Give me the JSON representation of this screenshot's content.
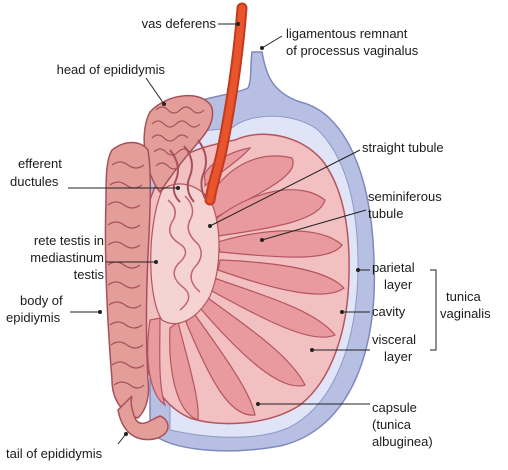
{
  "colors": {
    "tunica_outer": "#b7c0e2",
    "tunica_stroke": "#7e89bd",
    "cavity": "#dfe4f6",
    "testis_fill": "#f2c0c0",
    "lobule_fill": "#e89a9e",
    "lobule_stroke": "#b55560",
    "vas_deferens": "#e8542c",
    "epididymis": "#e39e9a",
    "epididymis_stroke": "#a8505a",
    "leader": "#222222"
  },
  "labels": {
    "vas_deferens": "vas deferens",
    "ligament_l1": "ligamentous remnant",
    "ligament_l2": "of processus vaginalus",
    "head_epididymis": "head of epididymis",
    "efferent_l1": "efferent",
    "efferent_l2": "ductules",
    "straight_tubule": "straight tubule",
    "seminiferous_l1": "seminiferous",
    "seminiferous_l2": "tubule",
    "rete_l1": "rete testis in",
    "rete_l2": "mediastinum",
    "rete_l3": "testis",
    "parietal_l1": "parietal",
    "parietal_l2": "layer",
    "cavity": "cavity",
    "visceral_l1": "visceral",
    "visceral_l2": "layer",
    "tunica_l1": "tunica",
    "tunica_l2": "vaginalis",
    "body_l1": "body of",
    "body_l2": "epidiymis",
    "capsule_l1": "capsule",
    "capsule_l2": "(tunica",
    "capsule_l3": "albuginea)",
    "tail_epididymis": "tail of epididymis"
  }
}
